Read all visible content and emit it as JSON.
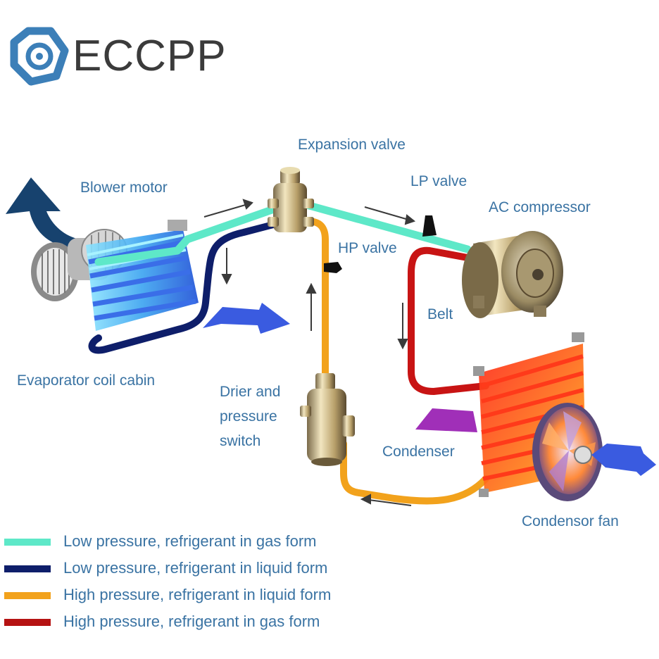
{
  "brand": {
    "name": "ECCPP",
    "logo_icon": "hexagon-ring-logo-icon",
    "logo_color": "#3c7fb8",
    "text_color": "#3b3b3b"
  },
  "labels": {
    "expansion_valve": "Expansion valve",
    "blower_motor": "Blower motor",
    "lp_valve": "LP valve",
    "ac_compressor": "AC compressor",
    "hp_valve": "HP valve",
    "belt": "Belt",
    "evaporator": "Evaporator coil cabin",
    "drier_line1": "Drier and",
    "drier_line2": "pressure",
    "drier_line3": "switch",
    "condenser": "Condenser",
    "condensor_fan": "Condensor fan"
  },
  "legend": [
    {
      "label": "Low pressure, refrigerant in gas form",
      "color": "#5ee8c8"
    },
    {
      "label": "Low pressure, refrigerant in liquid form",
      "color": "#0e1e6a"
    },
    {
      "label": "High pressure, refrigerant in liquid form",
      "color": "#f2a21c"
    },
    {
      "label": "High pressure, refrigerant in gas form",
      "color": "#b51212"
    }
  ],
  "colors": {
    "label_text": "#3a73a3",
    "air_arrow_blue": "#3a5be0",
    "air_arrow_dark": "#17426e",
    "air_arrow_purple": "#a02fb8",
    "flow_arrow": "#3a3a3a"
  }
}
